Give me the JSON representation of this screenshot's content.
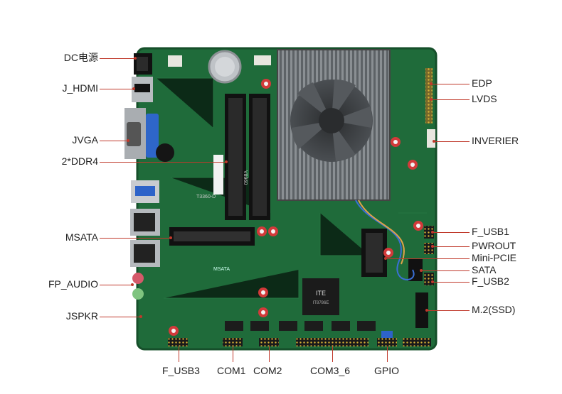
{
  "labels": {
    "dc": "DC电源",
    "hdmi": "J_HDMI",
    "vga": "JVGA",
    "ddr": "2*DDR4",
    "msata": "MSATA",
    "fp_audio": "FP_AUDIO",
    "jspkr": "JSPKR",
    "edp": "EDP",
    "lvds": "LVDS",
    "inverter": "INVERIER",
    "f_usb1": "F_USB1",
    "pwrout": "PWROUT",
    "mini_pcie": "Mini-PCIE",
    "sata": "SATA",
    "f_usb2": "F_USB2",
    "m2": "M.2(SSD)",
    "f_usb3": "F_USB3",
    "com1": "COM1",
    "com2": "COM2",
    "com3_6": "COM3_6",
    "gpio": "GPIO"
  },
  "board_text": {
    "chip_brand": "ITE",
    "chip_model": "IT8786E",
    "ram_model": "V8960",
    "sticker": "T3360-D",
    "msata_text": "MSATA"
  },
  "colors": {
    "pcb": "#1f6b3a",
    "pcb_dark": "#164f2a",
    "heatsink": "#6b6f73",
    "fan": "#3a3d40",
    "connector_white": "#e8e6df",
    "header_yellow": "#d8b53a",
    "leader": "#c0392b"
  }
}
